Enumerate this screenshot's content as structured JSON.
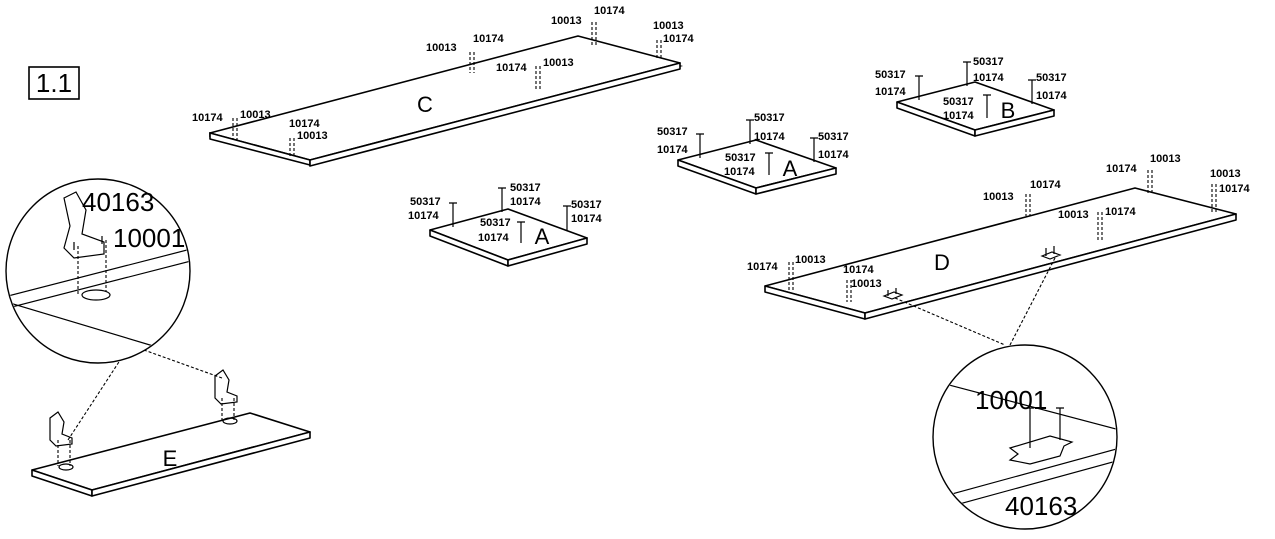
{
  "step": "1.1",
  "panels": {
    "c": "C",
    "a_left": "A",
    "a_right": "A",
    "b": "B",
    "d": "D",
    "e": "E"
  },
  "codes": {
    "c1": "10174",
    "c2": "10013",
    "c3": "10174",
    "c4": "10013",
    "c5": "10013",
    "c6": "10174",
    "c7": "10174",
    "c8": "10013",
    "c9": "10013",
    "c10": "10174",
    "c11": "10013",
    "c12": "10174",
    "al1": "50317",
    "al2": "10174",
    "al3": "50317",
    "al4": "10174",
    "al5": "50317",
    "al6": "10174",
    "al7": "50317",
    "al8": "10174",
    "ar1": "50317",
    "ar2": "10174",
    "ar3": "50317",
    "ar4": "10174",
    "ar5": "50317",
    "ar6": "10174",
    "ar7": "50317",
    "ar8": "10174",
    "b1": "50317",
    "b2": "10174",
    "b3": "50317",
    "b4": "10174",
    "b5": "50317",
    "b6": "10174",
    "b7": "50317",
    "b8": "10174",
    "d1": "10174",
    "d2": "10013",
    "d3": "10174",
    "d4": "10013",
    "d5": "10013",
    "d6": "10174",
    "d7": "10013",
    "d8": "10174",
    "d9": "10174",
    "d10": "10013",
    "d11": "10013",
    "d12": "10174"
  },
  "details": {
    "left_top": "40163",
    "left_bottom": "10001",
    "right_top": "10001",
    "right_bottom": "40163"
  }
}
